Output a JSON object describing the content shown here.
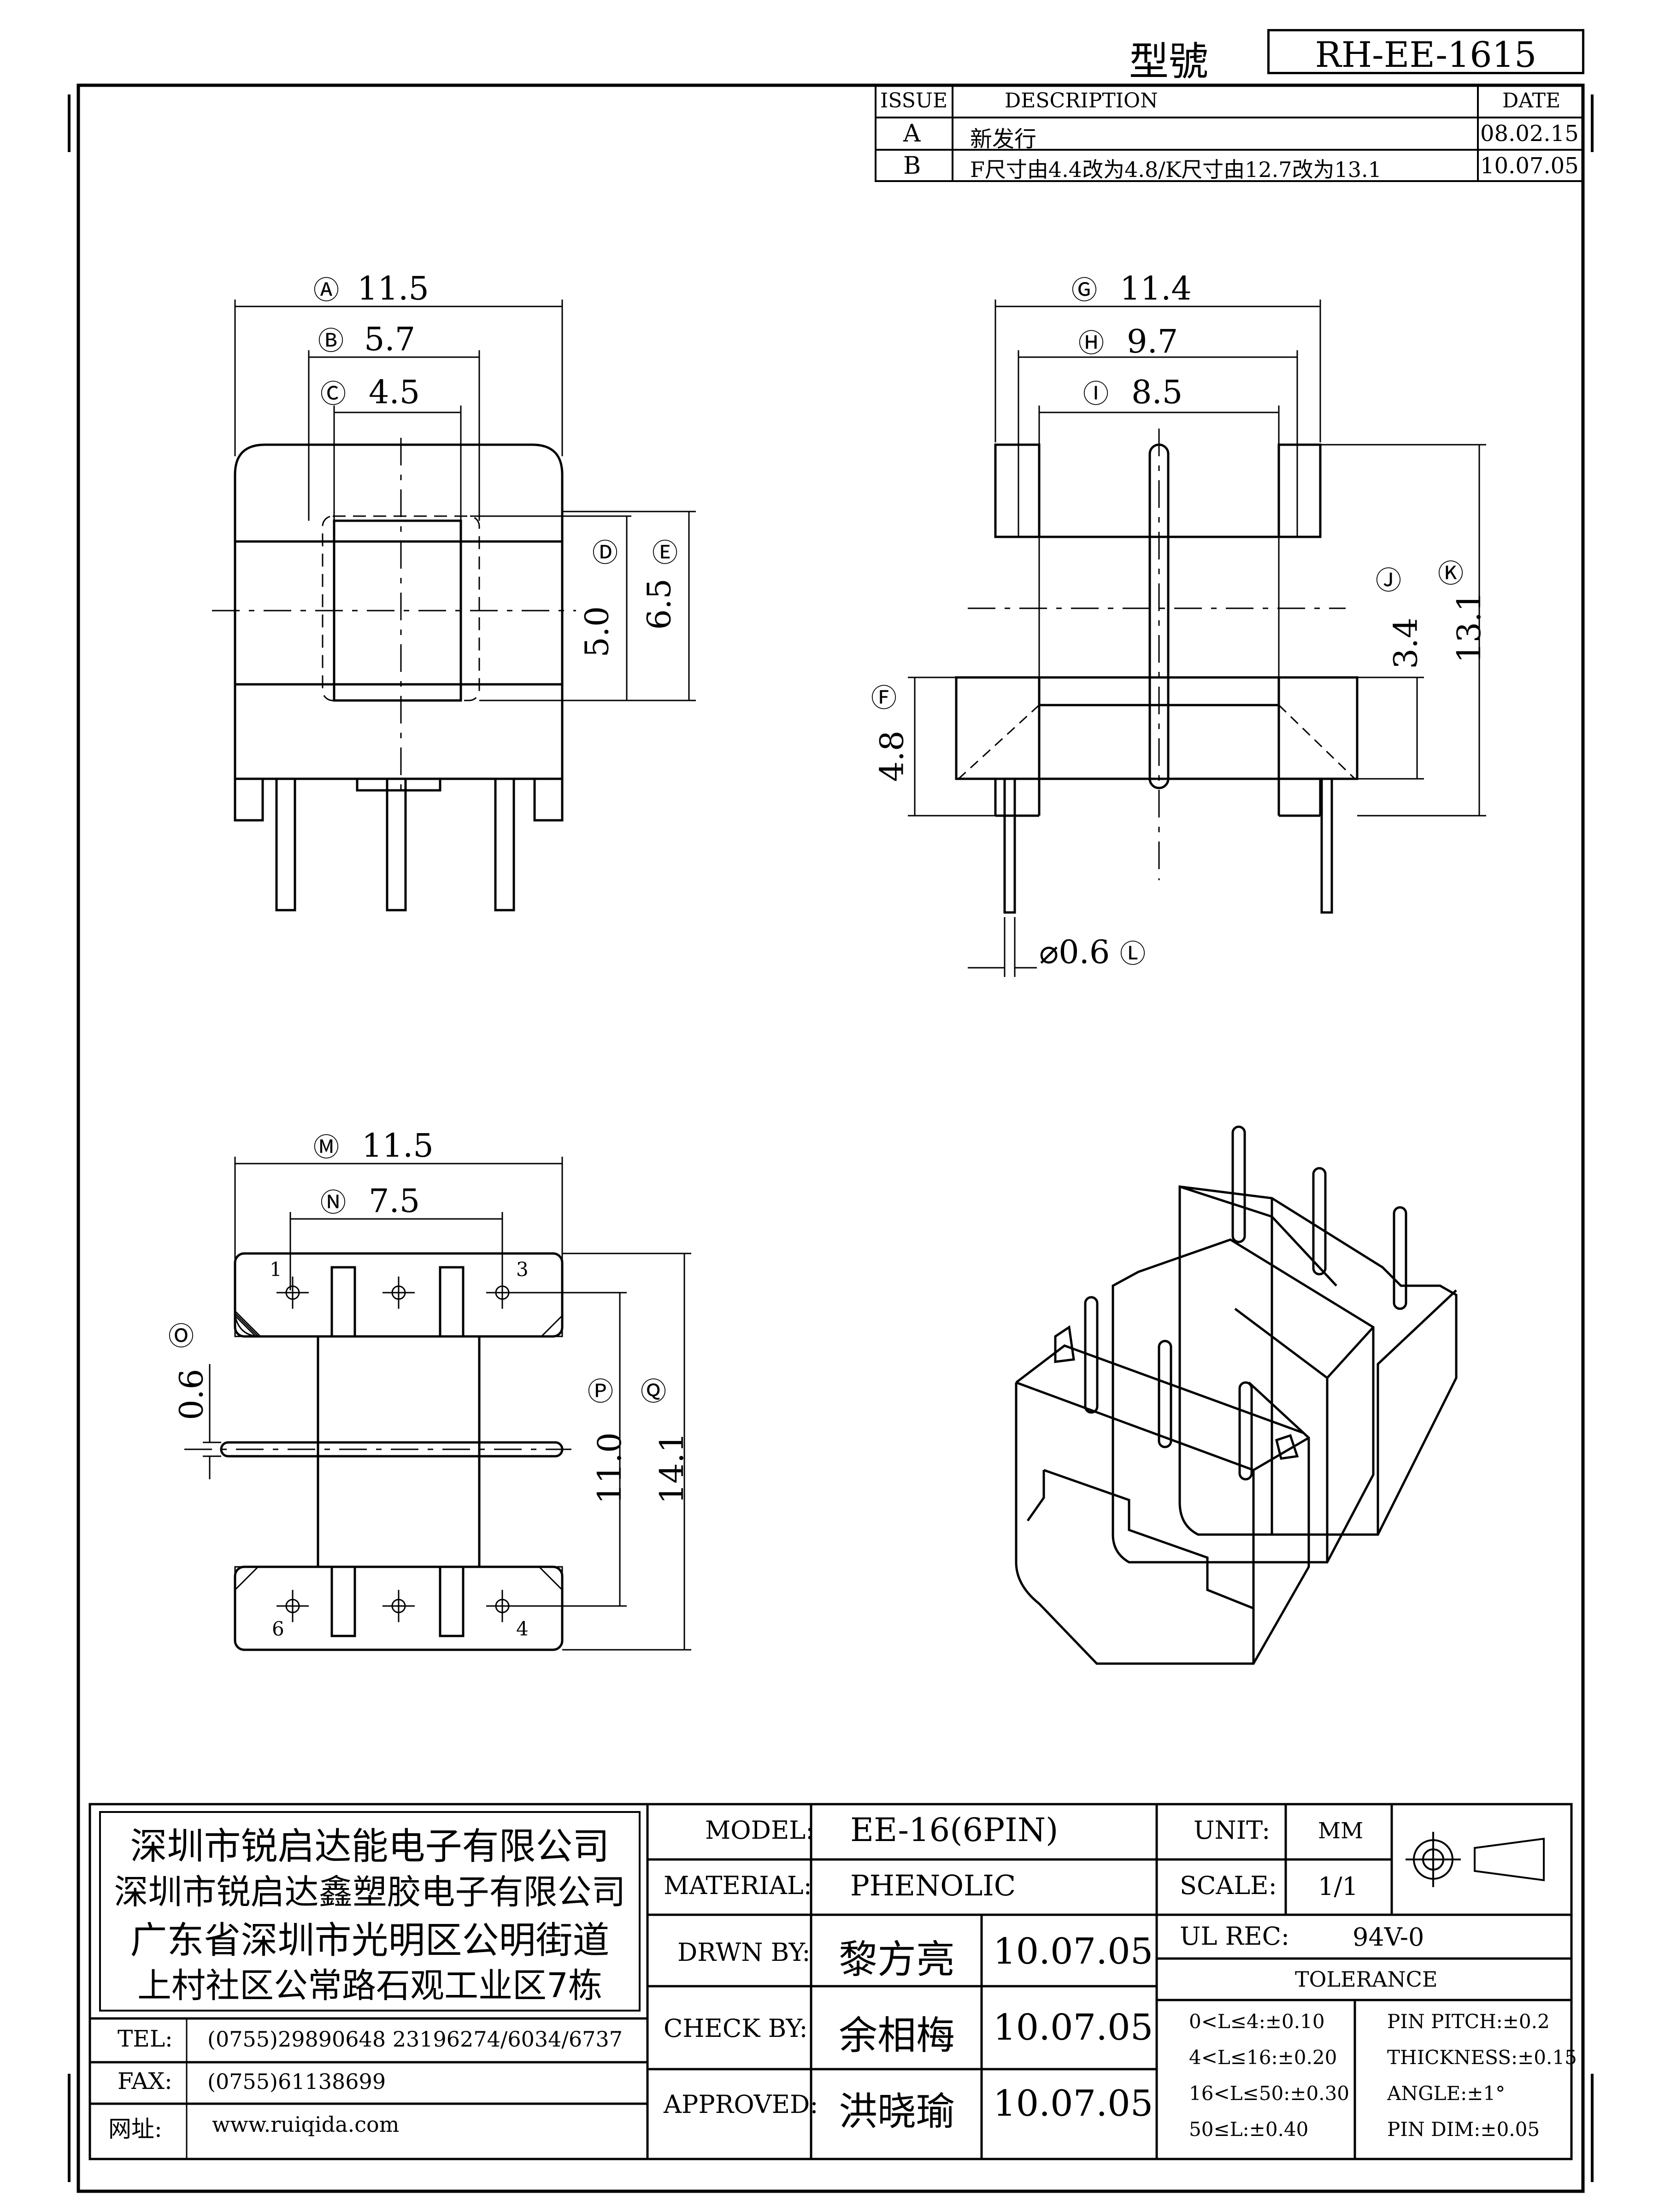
{
  "header": {
    "model_label": "型號",
    "model_value": "RH-EE-1615"
  },
  "revisions": {
    "headers": {
      "issue": "ISSUE",
      "description": "DESCRIPTION",
      "date": "DATE"
    },
    "rows": [
      {
        "issue": "A",
        "description": "新发行",
        "date": "08.02.15"
      },
      {
        "issue": "B",
        "description": "F尺寸由4.4改为4.8/K尺寸由12.7改为13.1",
        "date": "10.07.05"
      }
    ]
  },
  "dimensions": {
    "A": "11.5",
    "B": "5.7",
    "C": "4.5",
    "D": "5.0",
    "E": "6.5",
    "F": "4.8",
    "G": "11.4",
    "H": "9.7",
    "I": "8.5",
    "J": "3.4",
    "K": "13.1",
    "L": "⌀0.6",
    "M": "11.5",
    "N": "7.5",
    "O": "0.6",
    "P": "11.0",
    "Q": "14.1"
  },
  "pin_numbers": {
    "p1": "1",
    "p3": "3",
    "p4": "4",
    "p6": "6"
  },
  "company": {
    "lines": [
      "深圳市锐启达能电子有限公司",
      "深圳市锐启达鑫塑胶电子有限公司",
      "广东省深圳市光明区公明街道",
      "上村社区公常路石观工业区7栋"
    ],
    "tel_label": "TEL:",
    "tel_value": "(0755)29890648   23196274/6034/6737",
    "fax_label": "FAX:",
    "fax_value": "(0755)61138699",
    "web_label": "网址:",
    "web_value": "www.ruiqida.com"
  },
  "title_block": {
    "model_label": "MODEL:",
    "model_value": "EE-16(6PIN)",
    "material_label": "MATERIAL:",
    "material_value": "PHENOLIC",
    "drawn_label": "DRWN BY:",
    "drawn_name": "黎方亮",
    "drawn_date": "10.07.05",
    "check_label": "CHECK BY:",
    "check_name": "余相梅",
    "check_date": "10.07.05",
    "approved_label": "APPROVED:",
    "approved_name": "洪晓瑜",
    "approved_date": "10.07.05",
    "unit_label": "UNIT:",
    "unit_value": "MM",
    "scale_label": "SCALE:",
    "scale_value": "1/1",
    "ul_label": "UL REC:",
    "ul_value": "94V-0",
    "tolerance_label": "TOLERANCE",
    "tolerance_left": [
      "0<L≤4:±0.10",
      "4<L≤16:±0.20",
      "16<L≤50:±0.30",
      "50≤L:±0.40"
    ],
    "tolerance_right": [
      "PIN PITCH:±0.2",
      "THICKNESS:±0.15",
      "ANGLE:±1°",
      "PIN DIM:±0.05"
    ]
  }
}
